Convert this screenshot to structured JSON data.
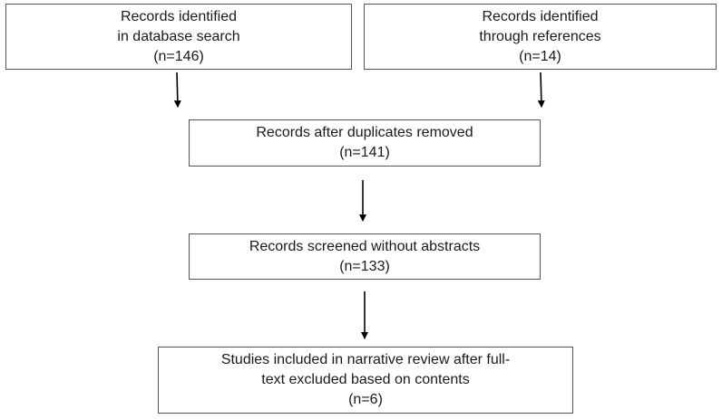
{
  "boxes": {
    "database": {
      "line1": "Records identified",
      "line2": "in database search",
      "count": "(n=146)"
    },
    "references": {
      "line1": "Records identified",
      "line2": "through references",
      "count": "(n=14)"
    },
    "deduplicated": {
      "line1": "Records after duplicates removed",
      "count": "(n=141)"
    },
    "screened": {
      "line1": "Records screened without abstracts",
      "count": "(n=133)"
    },
    "included": {
      "line1": "Studies included in narrative review after full-",
      "line2": "text excluded based on contents",
      "count": "(n=6)"
    }
  },
  "colors": {
    "border": "#555555",
    "arrow": "#000000",
    "text": "#1a1a1a"
  }
}
